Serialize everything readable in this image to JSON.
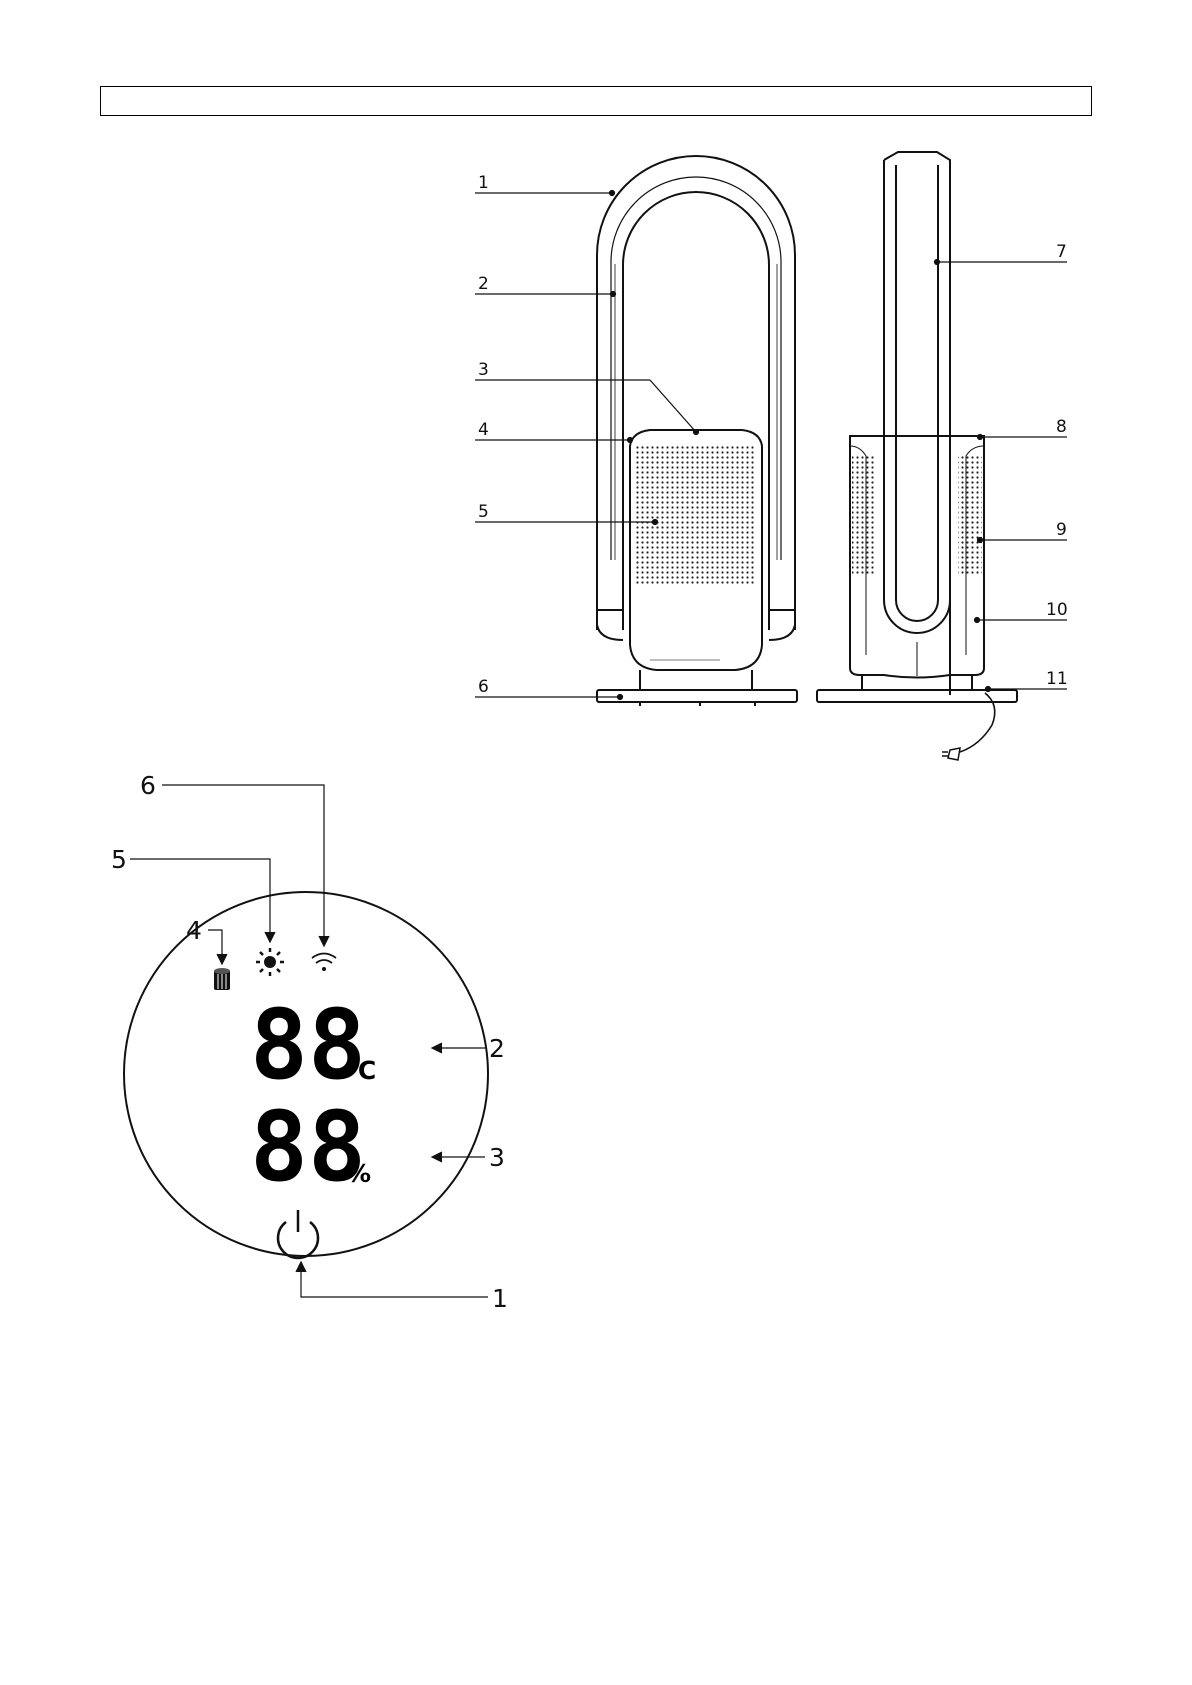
{
  "header": {
    "text": ""
  },
  "device_callouts": [
    "1",
    "2",
    "3",
    "4",
    "5",
    "6",
    "7",
    "8",
    "9",
    "10",
    "11"
  ],
  "panel_callouts": [
    "1",
    "2",
    "3",
    "4",
    "5",
    "6"
  ],
  "display": {
    "temperature_digits": "88",
    "temperature_unit": "℃",
    "humidity_digits": "88",
    "humidity_unit": "%"
  },
  "icons": [
    "filter-icon",
    "uv-light-icon",
    "wifi-icon",
    "power-icon"
  ]
}
